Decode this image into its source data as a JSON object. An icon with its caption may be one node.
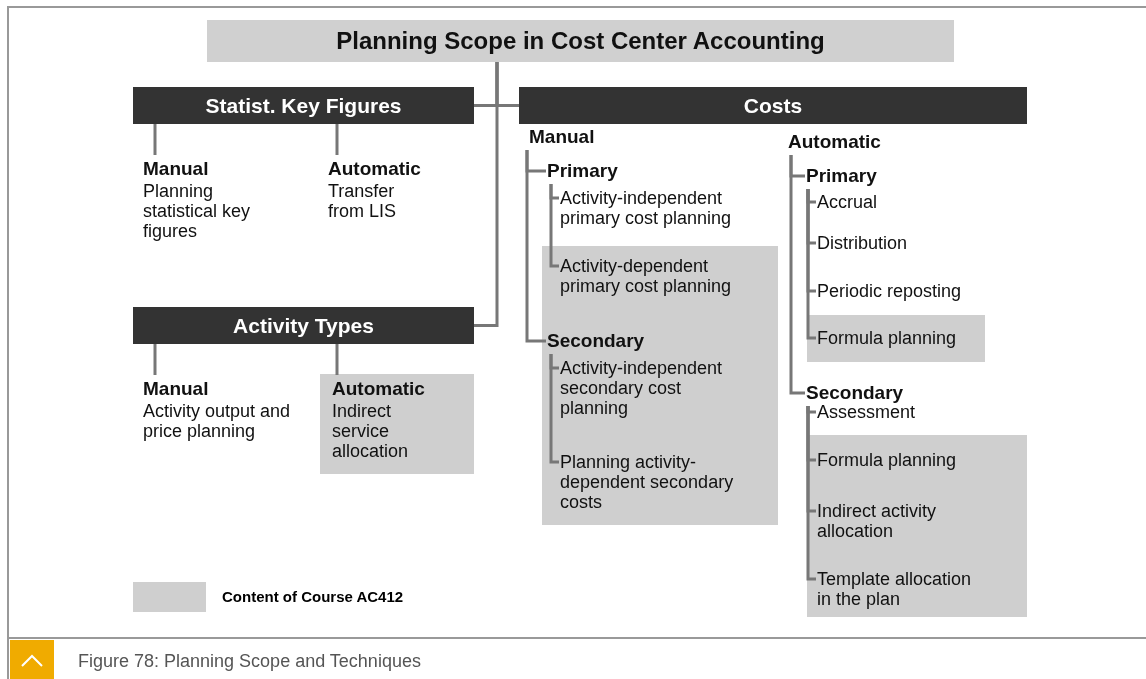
{
  "diagram": {
    "caption": "Figure 78: Planning Scope and Techniques",
    "nodes": [
      {
        "text": [
          "Planning Scope in Cost Center Accounting"
        ]
      },
      {
        "text": [
          "Statist. Key Figures"
        ]
      },
      {
        "text": [
          "Costs"
        ]
      },
      {
        "text": [
          "Manual",
          "Planning statistical key figures"
        ]
      },
      {
        "text": [
          "Automatic",
          "Transfer from LIS"
        ]
      },
      {
        "text": [
          "Manual"
        ]
      },
      {
        "text": [
          "Primary"
        ]
      },
      {
        "text": [
          "Activity-independent primary cost planning"
        ]
      },
      {
        "text": [
          "Activity-dependent primary cost planning"
        ]
      },
      {
        "text": [
          "Secondary"
        ]
      },
      {
        "text": [
          "Activity-independent secondary cost planning"
        ]
      },
      {
        "text": [
          "Planning activity-dependent secondary costs"
        ]
      },
      {
        "text": [
          "Automatic"
        ]
      },
      {
        "text": [
          "Primary"
        ]
      },
      {
        "text": [
          "Accrual"
        ]
      },
      {
        "text": [
          "Distribution"
        ]
      },
      {
        "text": [
          "Periodic reposting"
        ]
      },
      {
        "text": [
          "Formula planning"
        ]
      },
      {
        "text": [
          "Secondary"
        ]
      },
      {
        "text": [
          "Assessment"
        ]
      },
      {
        "text": [
          "Formula planning"
        ]
      },
      {
        "text": [
          "Indirect activity allocation"
        ]
      },
      {
        "text": [
          "Template allocation in the plan"
        ]
      },
      {
        "text": [
          "Activity Types"
        ]
      },
      {
        "text": [
          "Manual",
          "Activity output and price planning"
        ]
      },
      {
        "text": [
          "Automatic",
          "Indirect service allocation"
        ]
      }
    ],
    "edges": [
      {
        "from": 0,
        "to": 1,
        "arrow": "none"
      },
      {
        "from": 0,
        "to": 2,
        "arrow": "none"
      },
      {
        "from": 0,
        "to": 23,
        "arrow": "none"
      },
      {
        "from": 1,
        "to": 3,
        "arrow": "none"
      },
      {
        "from": 1,
        "to": 4,
        "arrow": "none"
      },
      {
        "from": 5,
        "to": 6,
        "arrow": "none"
      },
      {
        "from": 5,
        "to": 9,
        "arrow": "none"
      },
      {
        "from": 6,
        "to": 7,
        "arrow": "none"
      },
      {
        "from": 6,
        "to": 8,
        "arrow": "none"
      },
      {
        "from": 9,
        "to": 10,
        "arrow": "none"
      },
      {
        "from": 9,
        "to": 11,
        "arrow": "none"
      },
      {
        "from": 12,
        "to": 13,
        "arrow": "none"
      },
      {
        "from": 12,
        "to": 18,
        "arrow": "none"
      },
      {
        "from": 13,
        "to": 14,
        "arrow": "none"
      },
      {
        "from": 13,
        "to": 15,
        "arrow": "none"
      },
      {
        "from": 13,
        "to": 16,
        "arrow": "none"
      },
      {
        "from": 13,
        "to": 17,
        "arrow": "none"
      },
      {
        "from": 18,
        "to": 19,
        "arrow": "none"
      },
      {
        "from": 18,
        "to": 20,
        "arrow": "none"
      },
      {
        "from": 18,
        "to": 21,
        "arrow": "none"
      },
      {
        "from": 18,
        "to": 22,
        "arrow": "none"
      },
      {
        "from": 23,
        "to": 24,
        "arrow": "none"
      },
      {
        "from": 23,
        "to": 25,
        "arrow": "none"
      }
    ],
    "legend": [
      {
        "text": "Content of Course AC412",
        "color": "#cfcfcf"
      }
    ]
  }
}
